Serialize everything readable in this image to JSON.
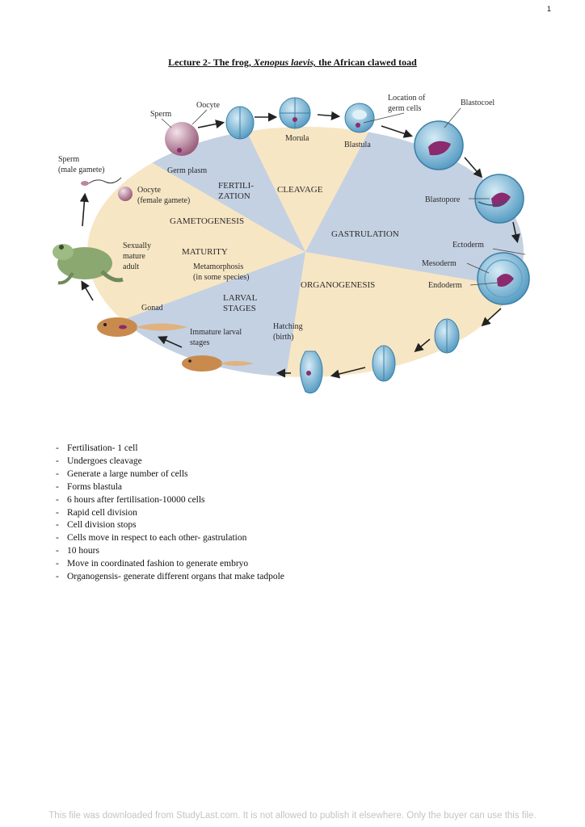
{
  "page_number": "1",
  "title": {
    "prefix": "Lecture 2- The frog,",
    "species": "Xenopus laevis,",
    "suffix": "the African clawed toad"
  },
  "diagram": {
    "stages": {
      "fertilization_1": "FERTILI-",
      "fertilization_2": "ZATION",
      "cleavage": "CLEAVAGE",
      "gametogenesis": "GAMETOGENESIS",
      "gastrulation": "GASTRULATION",
      "maturity": "MATURITY",
      "organogenesis": "ORGANOGENESIS",
      "larval_1": "LARVAL",
      "larval_2": "STAGES"
    },
    "labels": {
      "sperm": "Sperm",
      "oocyte": "Oocyte",
      "morula": "Morula",
      "blastula": "Blastula",
      "location_1": "Location of",
      "location_2": "germ cells",
      "blastocoel": "Blastocoel",
      "sperm_male_1": "Sperm",
      "sperm_male_2": "(male gamete)",
      "germ_plasm": "Germ plasm",
      "oocyte_female_1": "Oocyte",
      "oocyte_female_2": "(female gamete)",
      "blastopore": "Blastopore",
      "ectoderm": "Ectoderm",
      "mesoderm": "Mesoderm",
      "endoderm": "Endoderm",
      "adult_1": "Sexually",
      "adult_2": "mature",
      "adult_3": "adult",
      "metamorphosis_1": "Metamorphosis",
      "metamorphosis_2": "(in some species)",
      "gonad": "Gonad",
      "immature_1": "Immature larval",
      "immature_2": "stages",
      "hatching_1": "Hatching",
      "hatching_2": "(birth)"
    }
  },
  "bullets": [
    "Fertilisation- 1 cell",
    "Undergoes cleavage",
    "Generate a large number of cells",
    "Forms blastula",
    "6 hours after fertilisation-10000 cells",
    "Rapid cell division",
    "Cell division stops",
    "Cells move in respect to each other- gastrulation",
    "10 hours",
    "Move in coordinated fashion to generate embryo",
    "Organogensis- generate different organs that make tadpole"
  ],
  "footer": "This file was downloaded from StudyLast.com. It is not allowed to publish it elsewhere. Only the buyer can use this file.",
  "colors": {
    "sector_blue": "#c4d1e3",
    "sector_cream": "#f7e6c4",
    "embryo_blue": "#8cc3de",
    "embryo_rim": "#3b7fa6",
    "germ_purple": "#8b2a6e",
    "oocyte_pink": "#b9879f",
    "tadpole_orange": "#c98a4e",
    "frog_green": "#8aa870"
  }
}
